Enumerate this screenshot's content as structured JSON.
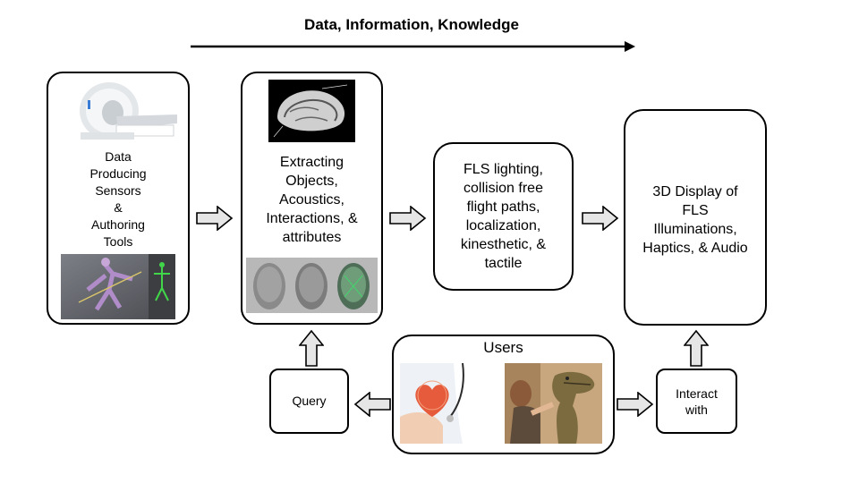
{
  "header": {
    "title": "Data, Information, Knowledge"
  },
  "boxes": {
    "sensors": {
      "lines": [
        "Data",
        "Producing",
        "Sensors",
        "&",
        "Authoring",
        "Tools"
      ]
    },
    "extract": {
      "lines": [
        "Extracting",
        "Objects,",
        "Acoustics,",
        "Interactions, &",
        "attributes"
      ]
    },
    "fls": {
      "lines": [
        "FLS lighting,",
        "collision free",
        "flight paths,",
        "localization,",
        "kinesthetic, &",
        "tactile"
      ]
    },
    "display": {
      "lines": [
        "3D Display of",
        "FLS",
        "Illuminations,",
        "Haptics, & Audio"
      ]
    },
    "users": {
      "title": "Users"
    },
    "query": {
      "label": "Query"
    },
    "interact": {
      "lines": [
        "Interact",
        "with"
      ]
    }
  },
  "colors": {
    "stroke": "#000000",
    "arrow_fill": "#e6e6e6",
    "background": "#ffffff"
  }
}
